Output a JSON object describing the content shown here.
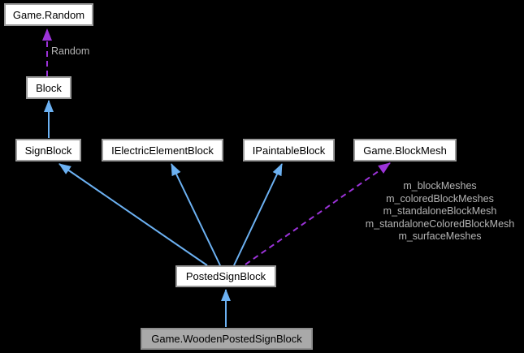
{
  "diagram": {
    "type": "class-collaboration-graph",
    "nodes": {
      "game_random": {
        "label": "Game.Random"
      },
      "block": {
        "label": "Block"
      },
      "sign_block": {
        "label": "SignBlock"
      },
      "ielectric": {
        "label": "IElectricElementBlock"
      },
      "ipaintable": {
        "label": "IPaintableBlock"
      },
      "game_blockmesh": {
        "label": "Game.BlockMesh"
      },
      "posted_sign_block": {
        "label": "PostedSignBlock"
      },
      "wooden_posted_sign_block": {
        "label": "Game.WoodenPostedSignBlock"
      }
    },
    "edge_labels": {
      "random": "Random",
      "blockmesh_members": [
        "m_blockMeshes",
        "m_coloredBlockMeshes",
        "m_standaloneBlockMesh",
        "m_standaloneColoredBlockMesh",
        "m_surfaceMeshes"
      ]
    },
    "colors": {
      "background": "#000000",
      "node_fill": "#ffffff",
      "node_border": "#9a9a9a",
      "node_text": "#000000",
      "selected_fill": "#a9a9a9",
      "selected_border": "#8c8c8c",
      "inheritance_edge": "#6cb1f2",
      "usage_edge": "#9c33d9",
      "edge_label_text": "#b4b4b4"
    }
  }
}
